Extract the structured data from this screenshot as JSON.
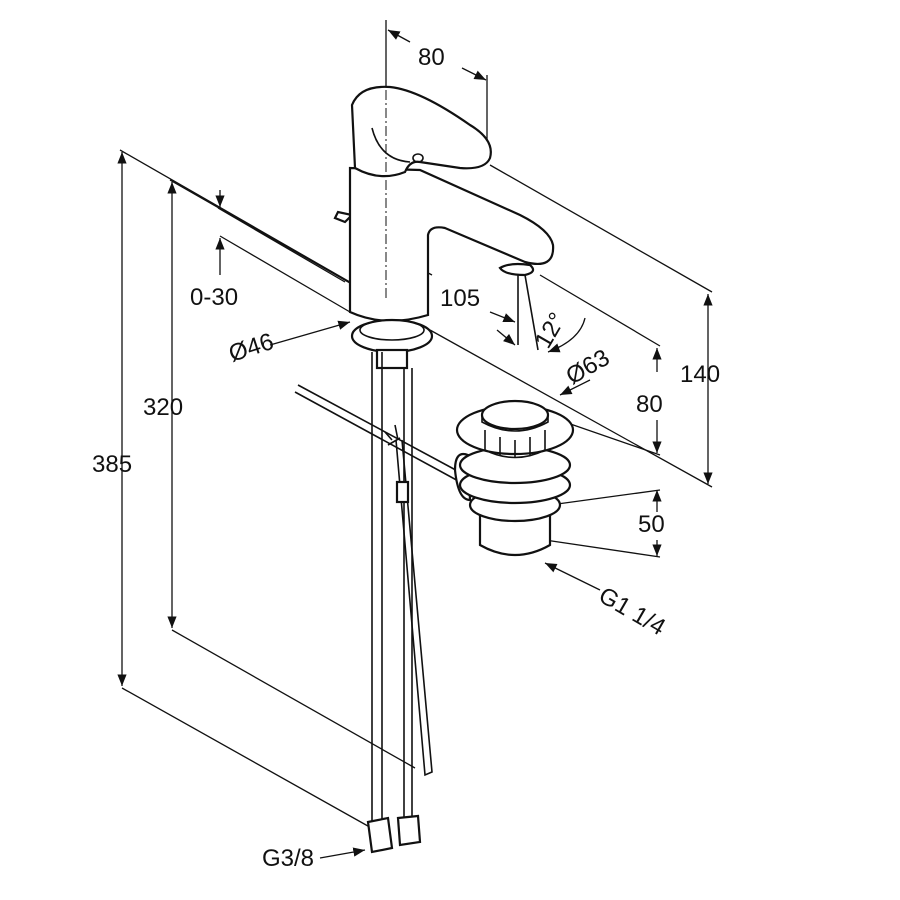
{
  "title": "Basin mixer dimension drawing",
  "dimensions": {
    "spout_reach_top": "80",
    "spout_reach": "105",
    "deck_thickness": "0-30",
    "base_diameter": "Ø46",
    "spout_angle": "12°",
    "waste_diameter": "Ø63",
    "spout_height": "80",
    "total_height_right": "140",
    "hose_length": "320",
    "total_length": "385",
    "waste_height": "50",
    "waste_thread": "G1 1/4",
    "hose_thread": "G3/8"
  },
  "colors": {
    "line": "#111111",
    "background": "#ffffff"
  }
}
